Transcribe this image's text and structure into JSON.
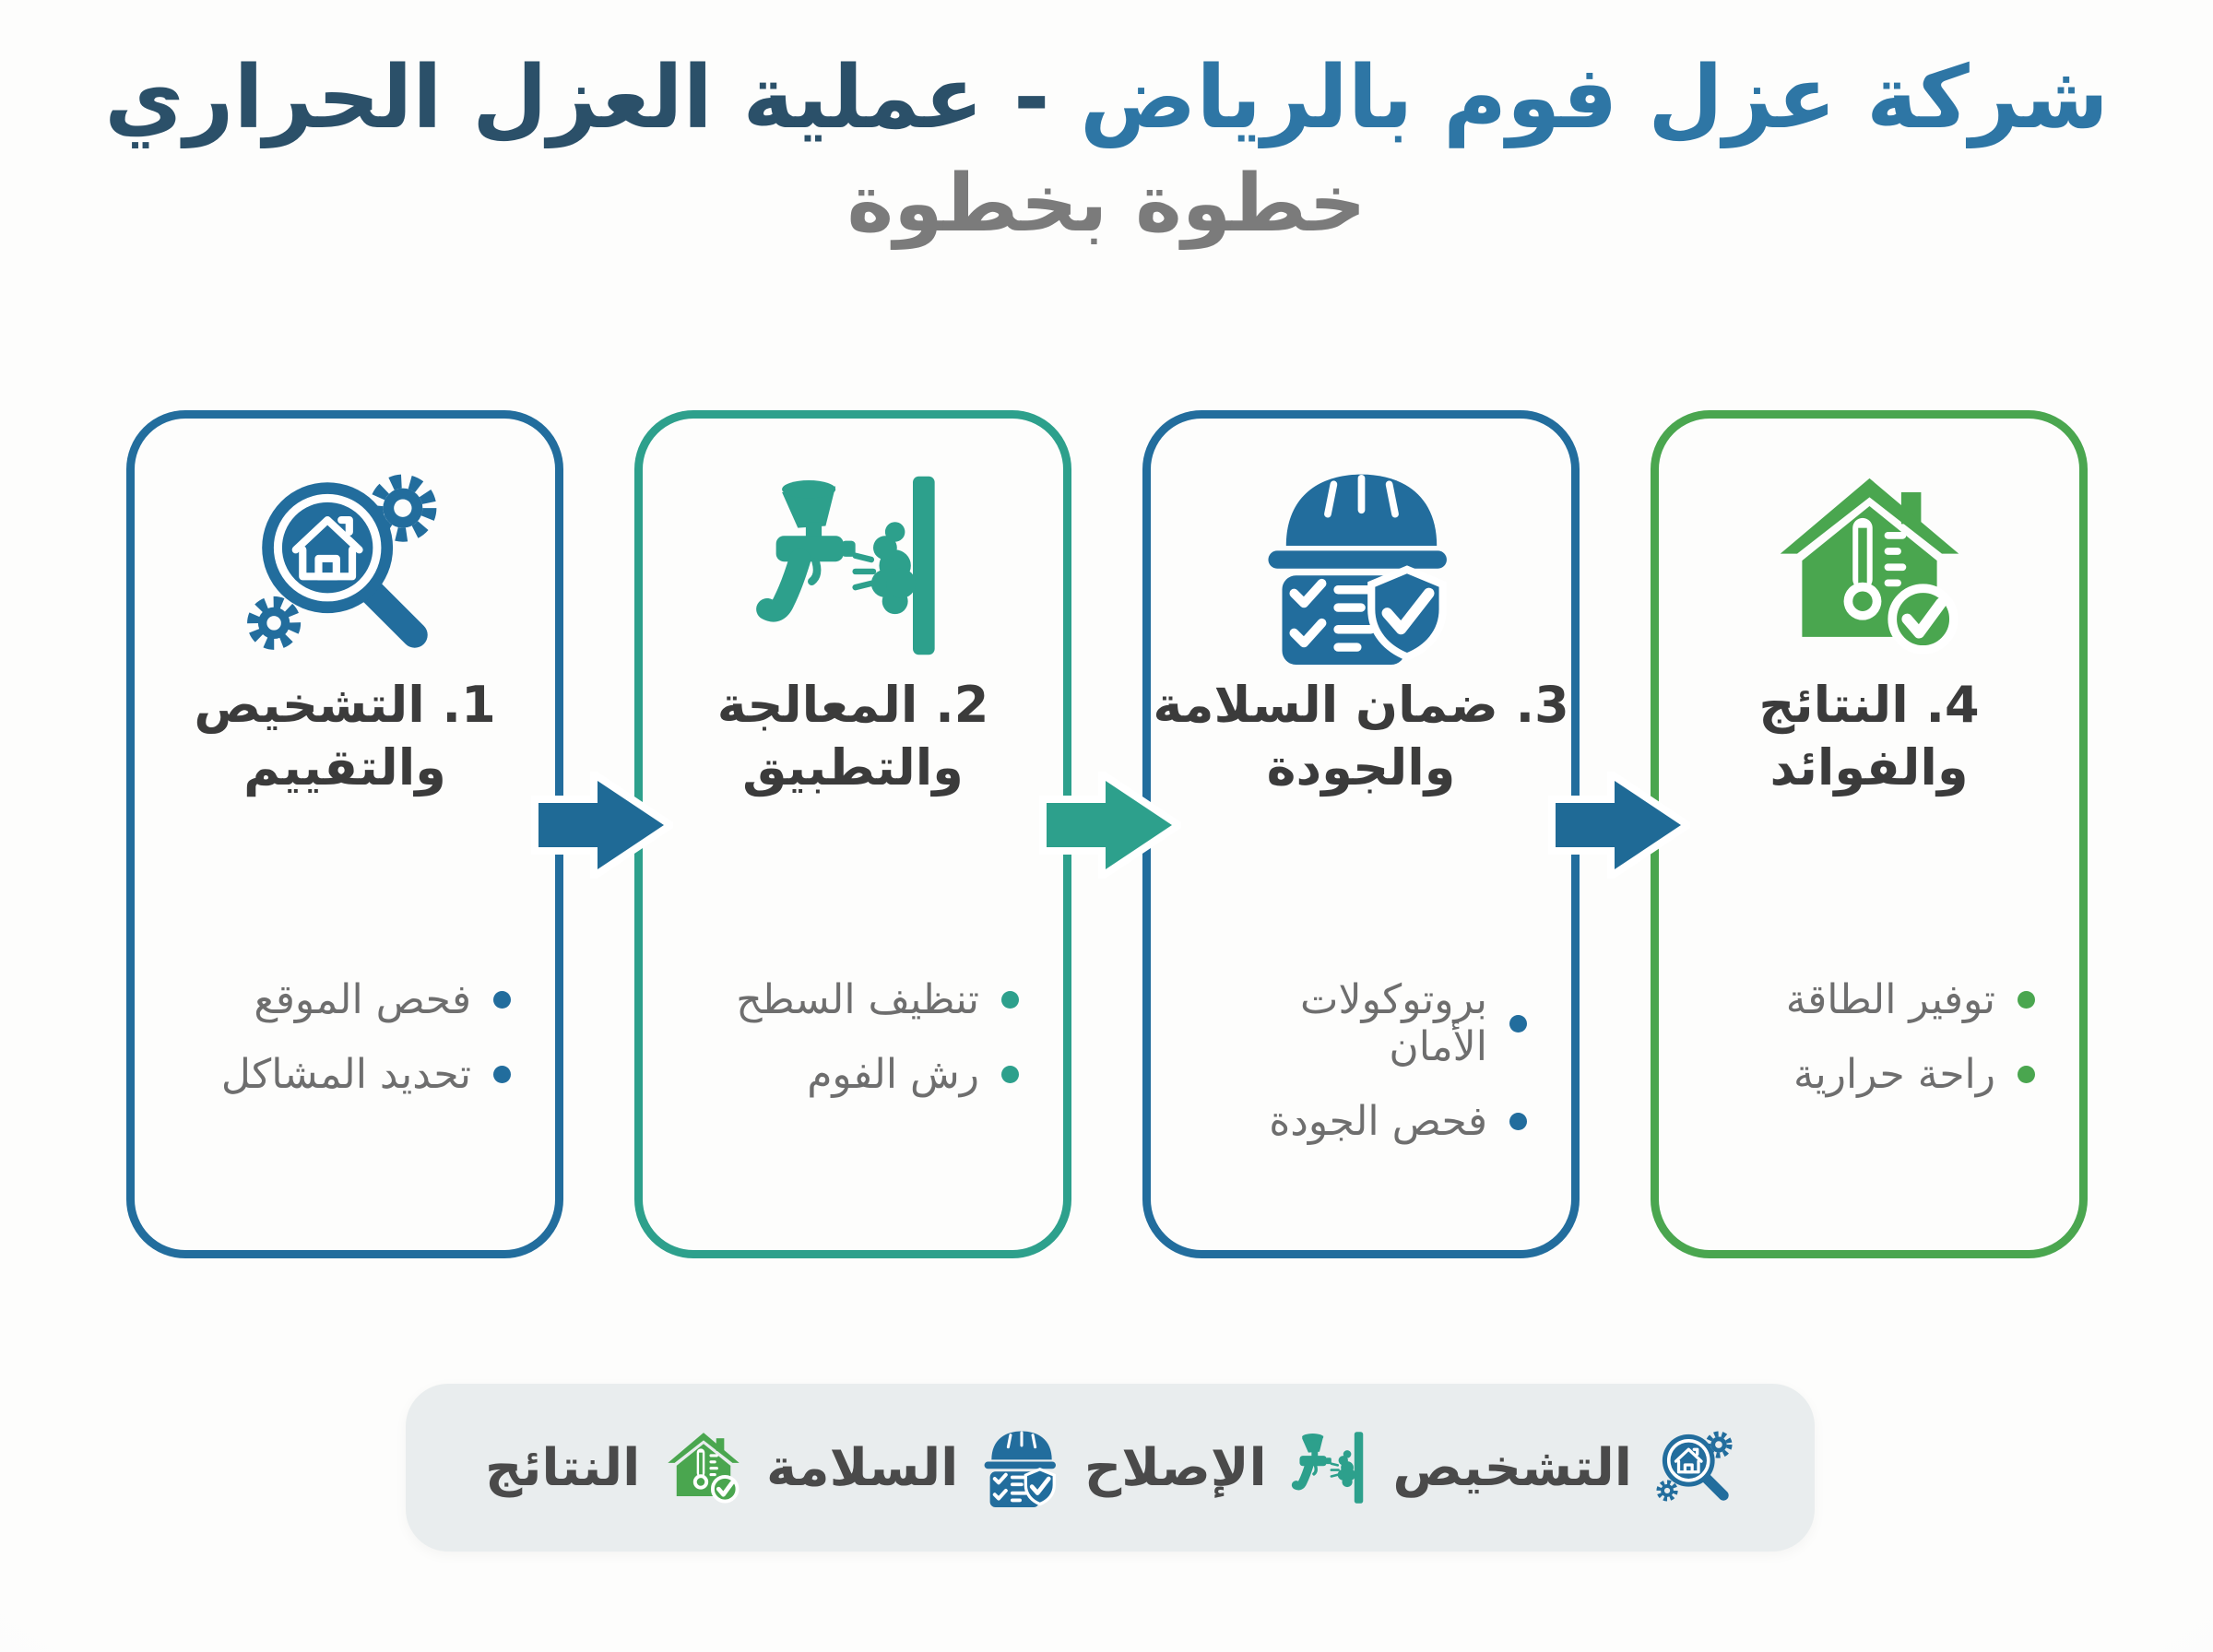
{
  "title": {
    "company": "شركة عزل فوم بالرياض",
    "separator": " - ",
    "process": "عملية العزل الحراري",
    "subtitle": "خطوة بخطوة"
  },
  "palette": {
    "blue": "#226d9d",
    "teal": "#2da08c",
    "green": "#4aa64f",
    "arrow_blue": "#1f6a96",
    "title_company_color": "#2e76a5",
    "title_process_color": "#2b5069",
    "subtitle_color": "#7b7b7b",
    "card_title_color": "#3b3b3b",
    "bullet_text_color": "#6e6e6e",
    "legend_bg": "#e9edee",
    "legend_label_color": "#4a4a4a",
    "card_bg": "#fdfdfc"
  },
  "steps": [
    {
      "title": "1. التشخيص\nوالتقييم",
      "accent": "#226d9d",
      "icon": "magnifier-house-gears",
      "bullets": [
        "فحص الموقع",
        "تحديد المشاكل"
      ]
    },
    {
      "title": "2. المعالجة\nوالتطبيق",
      "accent": "#2da08c",
      "icon": "spray-gun-foam-wall",
      "bullets": [
        "تنظيف السطح",
        "رش الفوم"
      ]
    },
    {
      "title": "3. ضمان السلامة\nوالجودة",
      "accent": "#226d9d",
      "icon": "helmet-checklist-shield",
      "bullets": [
        "بروتوكولات الأمان",
        "فحص الجودة"
      ]
    },
    {
      "title": "4. النتائج\nوالفوائد",
      "accent": "#4aa64f",
      "icon": "house-thermometer-check",
      "bullets": [
        "توفير الطاقة",
        "راحة حرارية"
      ]
    }
  ],
  "arrows": [
    {
      "color": "#1f6a96"
    },
    {
      "color": "#2da08c"
    },
    {
      "color": "#1f6a96"
    }
  ],
  "legend": {
    "items": [
      {
        "label": "التشخيص",
        "accent": "#226d9d",
        "icon": "magnifier-house-gears"
      },
      {
        "label": "الإصلاح",
        "accent": "#2da08c",
        "icon": "spray-gun-foam-wall"
      },
      {
        "label": "السلامة",
        "accent": "#226d9d",
        "icon": "helmet-checklist-shield"
      },
      {
        "label": "النتائج",
        "accent": "#4aa64f",
        "icon": "house-thermometer-check"
      }
    ]
  }
}
